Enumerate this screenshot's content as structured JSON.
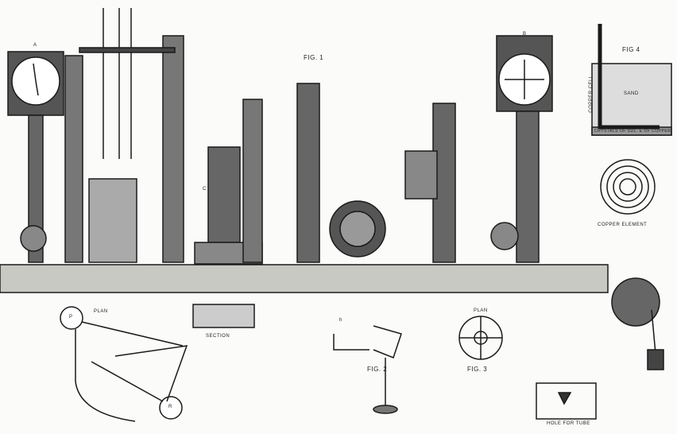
{
  "labels": {
    "fig1": "FIG. 1",
    "fig2": "FIG. 2",
    "fig3": "FIG. 3",
    "fig4": "FIG 4",
    "sand": "SAND",
    "copper_cell": "COPPER CELL",
    "crystals": "CRYSTALS OF SUL. E OF COPPER",
    "copper_element": "COPPER ELEMENT",
    "plan_left": "PLAN",
    "section": "SECTION",
    "plan_fig3": "PLAN",
    "hole_for_tube": "HOLE FOR TUBE",
    "letter_p_plan": "P",
    "letter_r_plan": "R",
    "letter_a": "A",
    "letter_b": "B",
    "letter_c": "C",
    "letter_h": "h"
  }
}
